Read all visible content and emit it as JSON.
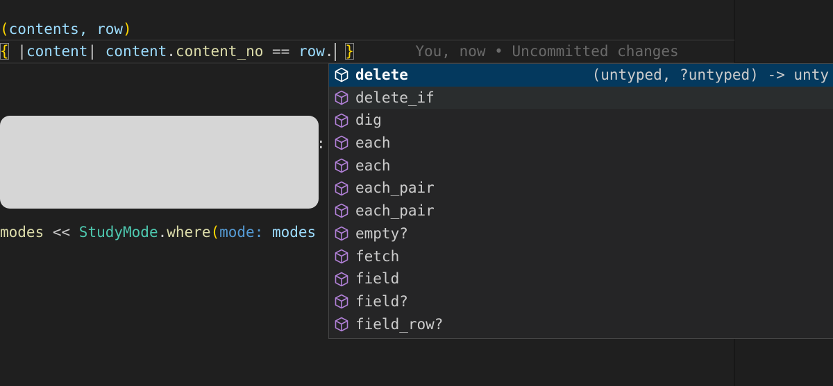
{
  "editor": {
    "line1": {
      "open": "(",
      "args": "contents, row",
      "close": ")"
    },
    "line2": {
      "open_brace": "{",
      "pipe1": " |",
      "param": "content",
      "pipe2": "| ",
      "obj": "content",
      "dot": ".",
      "attr": "content_no",
      "op": " == ",
      "recv": "row",
      "dot2": ".",
      "close_brace": "}",
      "blame": "You, now • Uncommitted changes"
    },
    "line3": {
      "var": "modes",
      "op": " << ",
      "cls": "StudyMode",
      "dot": ".",
      "method": "where",
      "paren": "(",
      "key": "mode:",
      "val": " modes"
    },
    "partial_colon": ":"
  },
  "suggest": {
    "icon": "method-cube-icon",
    "items": [
      {
        "label": "delete",
        "detail": "(untyped, ?untyped) -> unty"
      },
      {
        "label": "delete_if"
      },
      {
        "label": "dig"
      },
      {
        "label": "each"
      },
      {
        "label": "each"
      },
      {
        "label": "each_pair"
      },
      {
        "label": "each_pair"
      },
      {
        "label": "empty?"
      },
      {
        "label": "fetch"
      },
      {
        "label": "field"
      },
      {
        "label": "field?"
      },
      {
        "label": "field_row?"
      }
    ],
    "selected_index": 0,
    "colors": {
      "selected_bg": "#04395e",
      "icon": "#b180d7"
    }
  }
}
